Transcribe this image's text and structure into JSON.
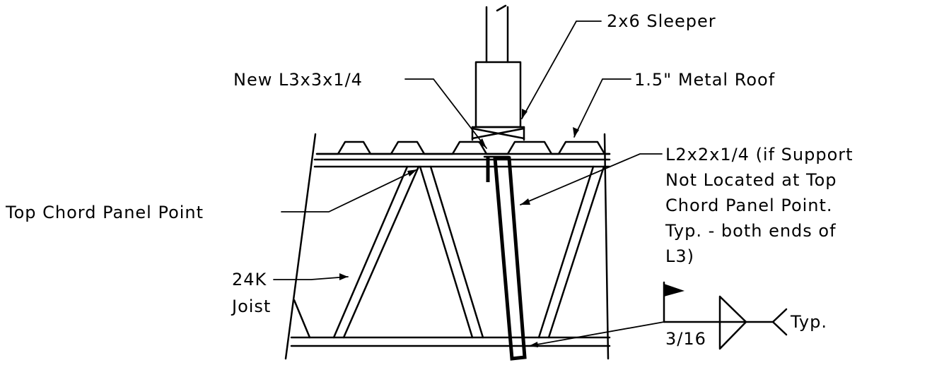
{
  "labels": {
    "sleeper": "2x6 Sleeper",
    "new_angle": "New L3x3x1/4",
    "metal_roof": "1.5\" Metal Roof",
    "l2_line1": "L2x2x1/4 (if Support",
    "l2_line2": "Not Located at Top",
    "l2_line3": "Chord Panel Point.",
    "l2_line4": "Typ. - both ends of",
    "l2_line5": "L3)",
    "top_chord": "Top Chord Panel Point",
    "joist_line1": "24K",
    "joist_line2": "Joist",
    "weld_size": "3/16",
    "weld_typ": "Typ."
  }
}
